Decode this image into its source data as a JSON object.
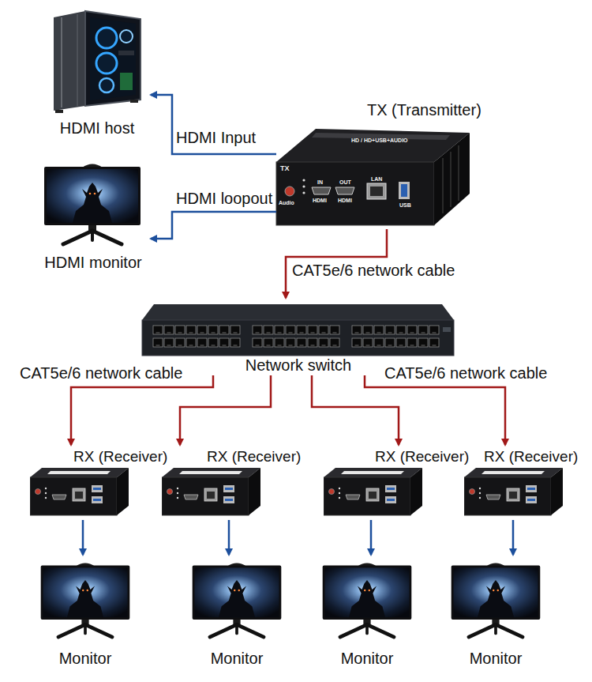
{
  "diagram": {
    "nodes": [
      {
        "text": [
          "HDMI host"
        ]
      },
      {
        "text": [
          "HDMI monitor"
        ]
      },
      {
        "text": [
          "TX (Transmitter)"
        ]
      },
      {
        "text": [
          "Network switch"
        ]
      },
      {
        "text": [
          "RX (Receiver)"
        ]
      },
      {
        "text": [
          "RX (Receiver)"
        ]
      },
      {
        "text": [
          "RX (Receiver)"
        ]
      },
      {
        "text": [
          "RX (Receiver)"
        ]
      },
      {
        "text": [
          "Monitor"
        ]
      },
      {
        "text": [
          "Monitor"
        ]
      },
      {
        "text": [
          "Monitor"
        ]
      },
      {
        "text": [
          "Monitor"
        ]
      }
    ],
    "edges": [
      {
        "from": 2,
        "to": 0,
        "arrow": "to",
        "label": "HDMI Input"
      },
      {
        "from": 2,
        "to": 1,
        "arrow": "to",
        "label": "HDMI loopout"
      },
      {
        "from": 2,
        "to": 3,
        "arrow": "to",
        "label": "CAT5e/6 network cable"
      },
      {
        "from": 3,
        "to": 4,
        "arrow": "to",
        "label": "CAT5e/6 network cable"
      },
      {
        "from": 3,
        "to": 5,
        "arrow": "to"
      },
      {
        "from": 3,
        "to": 6,
        "arrow": "to"
      },
      {
        "from": 3,
        "to": 7,
        "arrow": "to",
        "label": "CAT5e/6 network cable"
      },
      {
        "from": 4,
        "to": 8,
        "arrow": "to"
      },
      {
        "from": 5,
        "to": 9,
        "arrow": "to"
      },
      {
        "from": 6,
        "to": 10,
        "arrow": "to"
      },
      {
        "from": 7,
        "to": 11,
        "arrow": "to"
      }
    ],
    "labels": [
      "HD / HD+USB+AUDIO",
      "TX",
      "Audio",
      "IN",
      "HDMI",
      "OUT",
      "HDMI",
      "LAN",
      "USB"
    ]
  }
}
